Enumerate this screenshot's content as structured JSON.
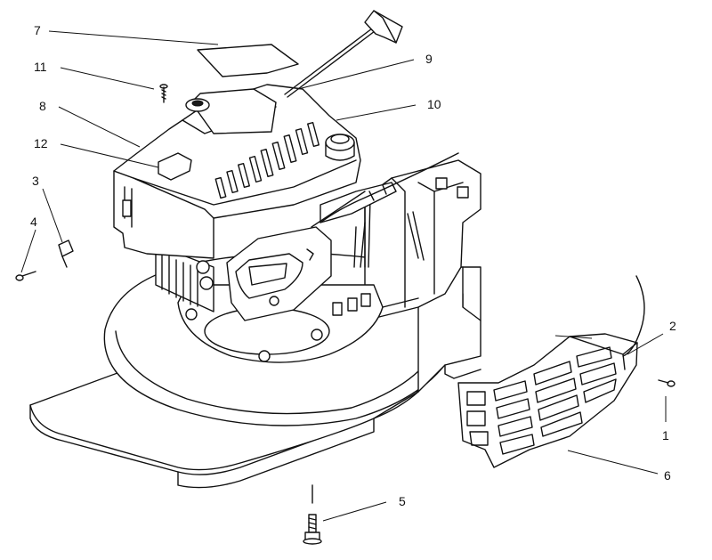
{
  "callouts": [
    {
      "id": "c1",
      "label": "1"
    },
    {
      "id": "c2",
      "label": "2"
    },
    {
      "id": "c3",
      "label": "3"
    },
    {
      "id": "c4",
      "label": "4"
    },
    {
      "id": "c5",
      "label": "5"
    },
    {
      "id": "c6",
      "label": "6"
    },
    {
      "id": "c7",
      "label": "7"
    },
    {
      "id": "c8",
      "label": "8"
    },
    {
      "id": "c9",
      "label": "9"
    },
    {
      "id": "c10",
      "label": "10"
    },
    {
      "id": "c11",
      "label": "11"
    },
    {
      "id": "c12",
      "label": "12"
    }
  ],
  "colors": {
    "line": "#111111",
    "background": "#ffffff"
  }
}
